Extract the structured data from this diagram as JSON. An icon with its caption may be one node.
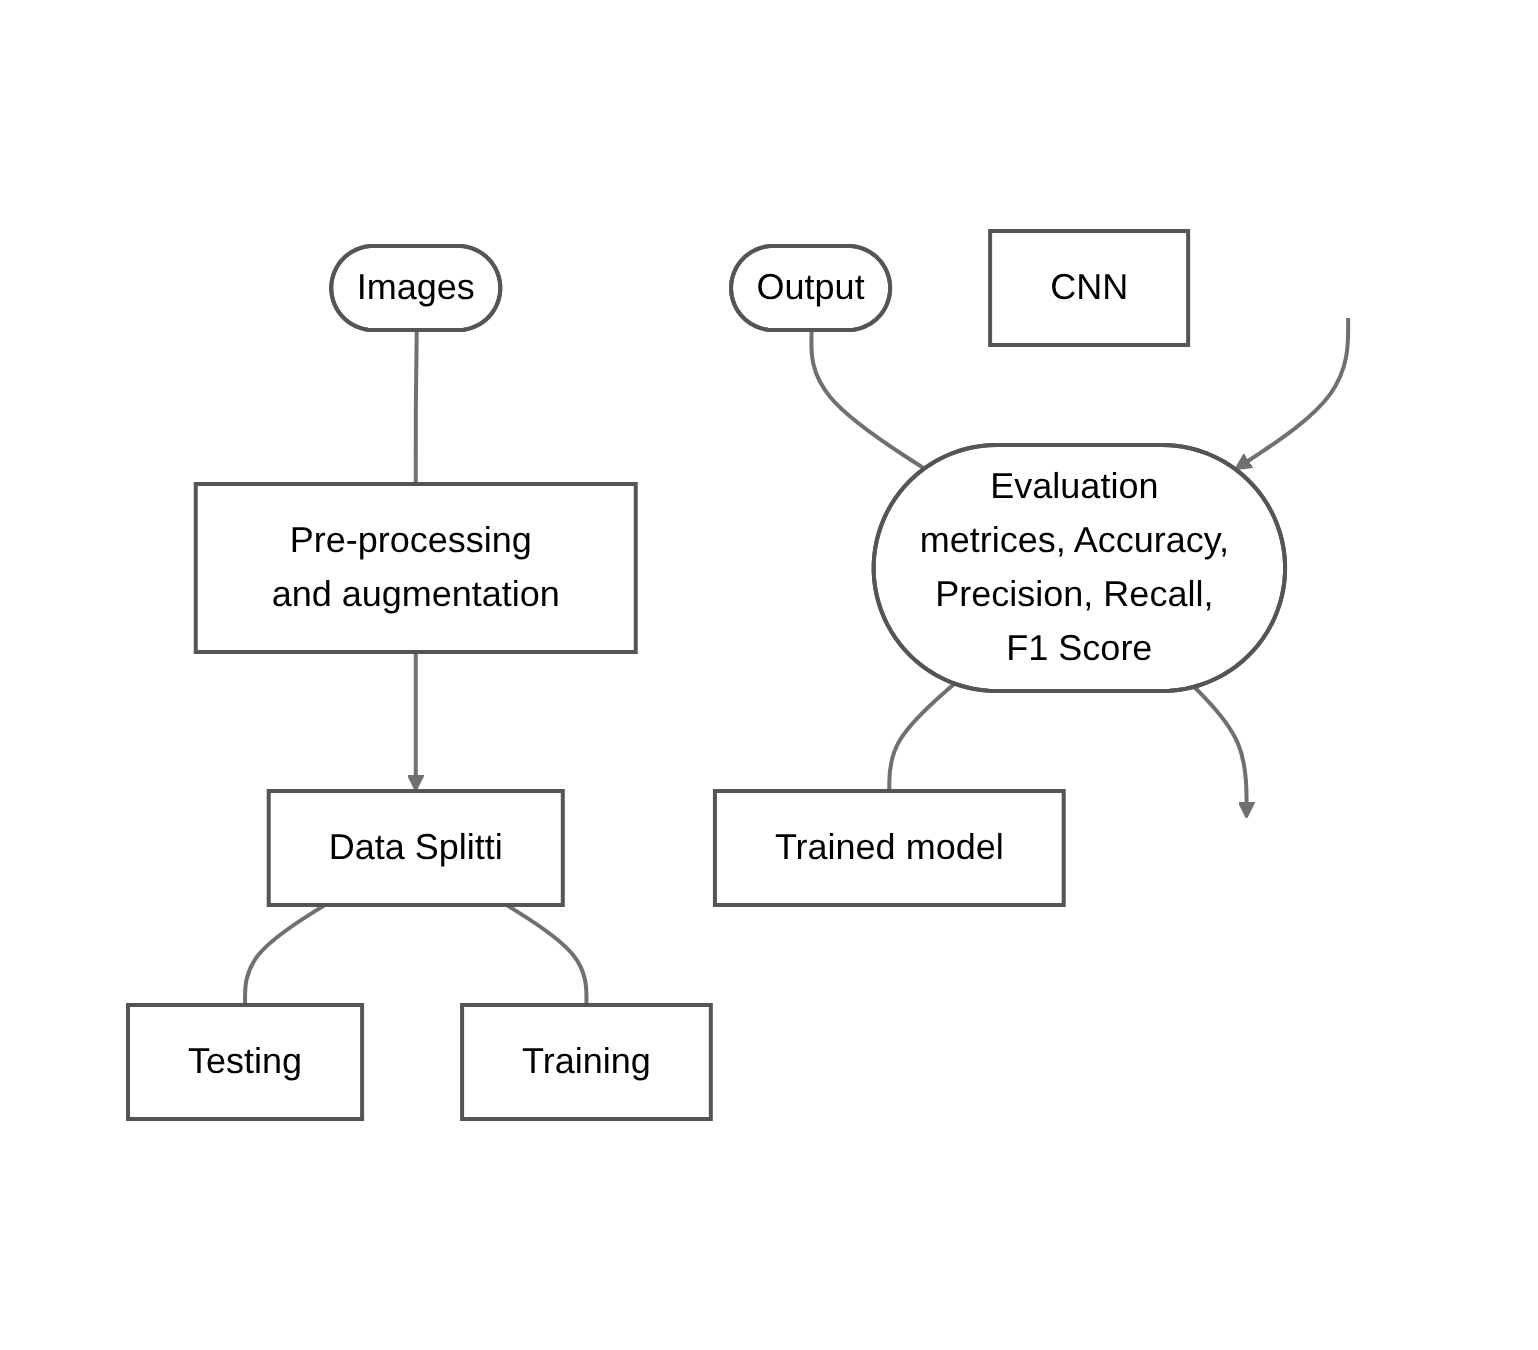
{
  "diagram": {
    "nodes": [
      {
        "text": [
          "Images"
        ]
      },
      {
        "text": [
          "Output"
        ]
      },
      {
        "text": [
          "Pre-processing and augmentation"
        ]
      },
      {
        "text": [
          "Data Splitti"
        ]
      },
      {
        "text": [
          "Testing"
        ]
      },
      {
        "text": [
          "Training"
        ]
      },
      {
        "text": [
          "Evaluation metrices, Accuracy, Precision, Recall, F1 Score"
        ]
      },
      {
        "text": [
          "Trained model"
        ]
      },
      {
        "text": [
          "CNN"
        ]
      }
    ],
    "edges": [
      {
        "from": 0,
        "to": 2,
        "arrow": "none"
      },
      {
        "from": 2,
        "to": 3,
        "arrow": "to"
      },
      {
        "from": 3,
        "to": 4,
        "arrow": "none"
      },
      {
        "from": 3,
        "to": 5,
        "arrow": "none"
      },
      {
        "from": 1,
        "to": 6,
        "arrow": "none"
      },
      {
        "from": 6,
        "to": null,
        "arrow": "to"
      },
      {
        "from": null,
        "to": 6,
        "arrow": "to"
      },
      {
        "from": 6,
        "to": 7,
        "arrow": "none"
      }
    ]
  }
}
